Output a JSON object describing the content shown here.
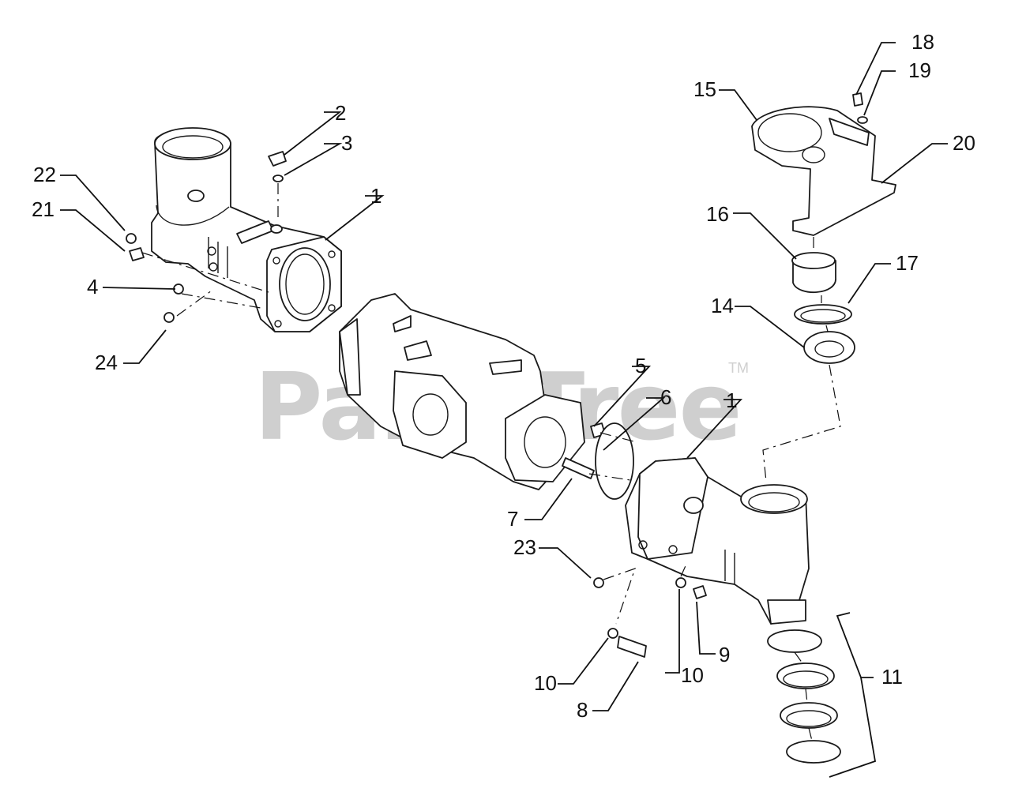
{
  "watermark": {
    "text": "PartsTree",
    "tm": "TM"
  },
  "callouts": {
    "c1a": "1",
    "c1b": "1",
    "c2": "2",
    "c3": "3",
    "c4": "4",
    "c5": "5",
    "c6": "6",
    "c7": "7",
    "c8": "8",
    "c9": "9",
    "c10a": "10",
    "c10b": "10",
    "c11": "11",
    "c14": "14",
    "c15": "15",
    "c16": "16",
    "c17": "17",
    "c18": "18",
    "c19": "19",
    "c20": "20",
    "c21": "21",
    "c22": "22",
    "c23": "23",
    "c24": "24"
  },
  "ink_color": "#1a1a1a",
  "watermark_color": "#cfcfcf"
}
